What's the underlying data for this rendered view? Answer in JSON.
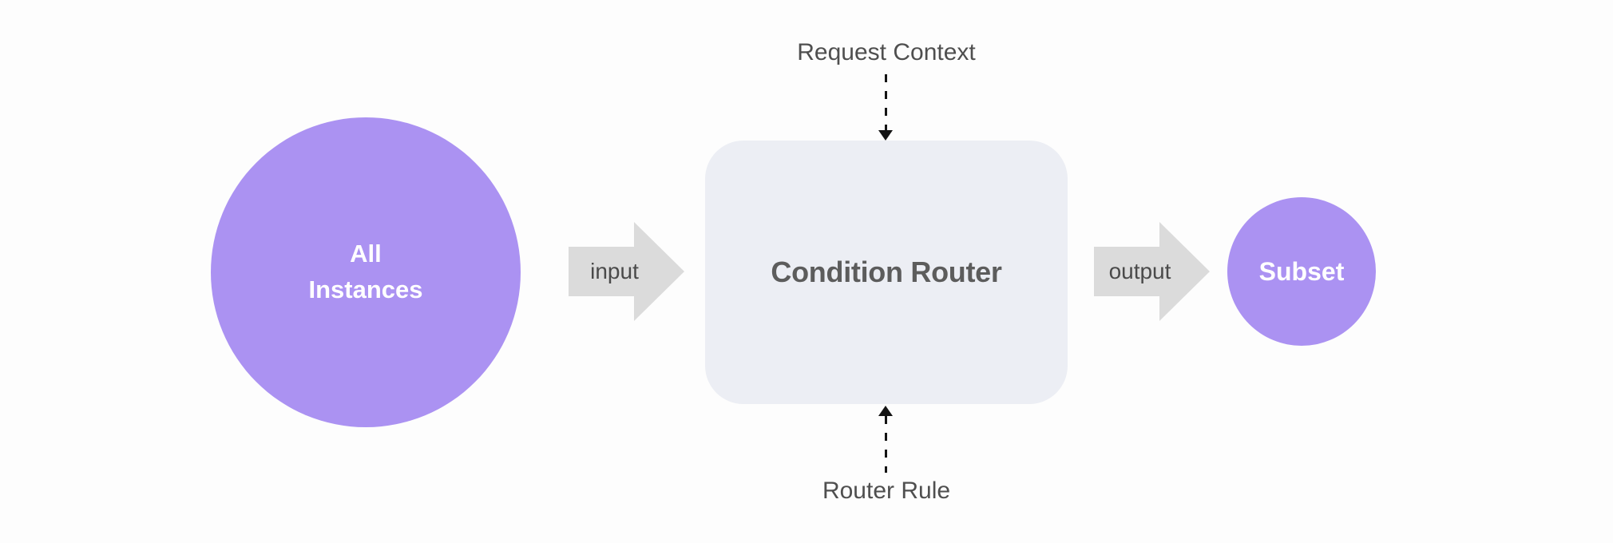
{
  "nodes": {
    "all_instances": {
      "label": "All\nInstances",
      "shape": "circle",
      "fill": "#ab92f2",
      "text_color": "#ffffff"
    },
    "condition_router": {
      "label": "Condition Router",
      "shape": "rounded-rect",
      "fill": "#eceef4",
      "text_color": "#5c5c5c"
    },
    "subset": {
      "label": "Subset",
      "shape": "circle",
      "fill": "#ab92f2",
      "text_color": "#ffffff"
    }
  },
  "flow_arrows": {
    "input": {
      "label": "input",
      "direction": "right",
      "fill": "#dbdbdb"
    },
    "output": {
      "label": "output",
      "direction": "right",
      "fill": "#dbdbdb"
    }
  },
  "dashed_arrows": {
    "request_context": {
      "label": "Request Context",
      "direction": "down",
      "style": "dashed",
      "color": "#141414"
    },
    "router_rule": {
      "label": "Router Rule",
      "direction": "up",
      "style": "dashed",
      "color": "#141414"
    }
  },
  "colors": {
    "background": "#fdfdfd",
    "accent_purple": "#ab92f2",
    "box_gray": "#eceef4",
    "arrow_gray": "#dbdbdb",
    "label_gray": "#4f4f4f"
  }
}
